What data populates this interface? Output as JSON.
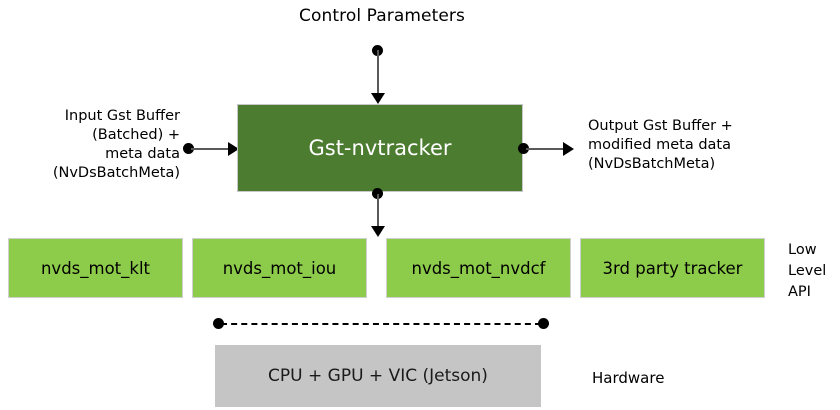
{
  "diagram": {
    "title": "Control Parameters",
    "main_block": {
      "label": "Gst-nvtracker"
    },
    "input_label": {
      "line1": "Input Gst Buffer",
      "line2": "(Batched) +",
      "line3": "meta data",
      "line4": "(NvDsBatchMeta)"
    },
    "output_label": {
      "line1": "Output Gst Buffer +",
      "line2": "modified meta data",
      "line3": "(NvDsBatchMeta)"
    },
    "low_level_blocks": [
      {
        "label": "nvds_mot_klt"
      },
      {
        "label": "nvds_mot_iou"
      },
      {
        "label": "nvds_mot_nvdcf"
      },
      {
        "label": "3rd party tracker"
      }
    ],
    "low_level_api_label": {
      "line1": "Low",
      "line2": "Level",
      "line3": "API"
    },
    "hardware_block": {
      "label": "CPU + GPU + VIC (Jetson)"
    },
    "hardware_label": "Hardware",
    "colors": {
      "main_block_fill": "#4c7c2f",
      "low_level_fill": "#8dcc4b",
      "hardware_fill": "#c5c5c5",
      "connector": "#000000",
      "text_dark": "#000000",
      "text_light": "#ffffff"
    }
  }
}
